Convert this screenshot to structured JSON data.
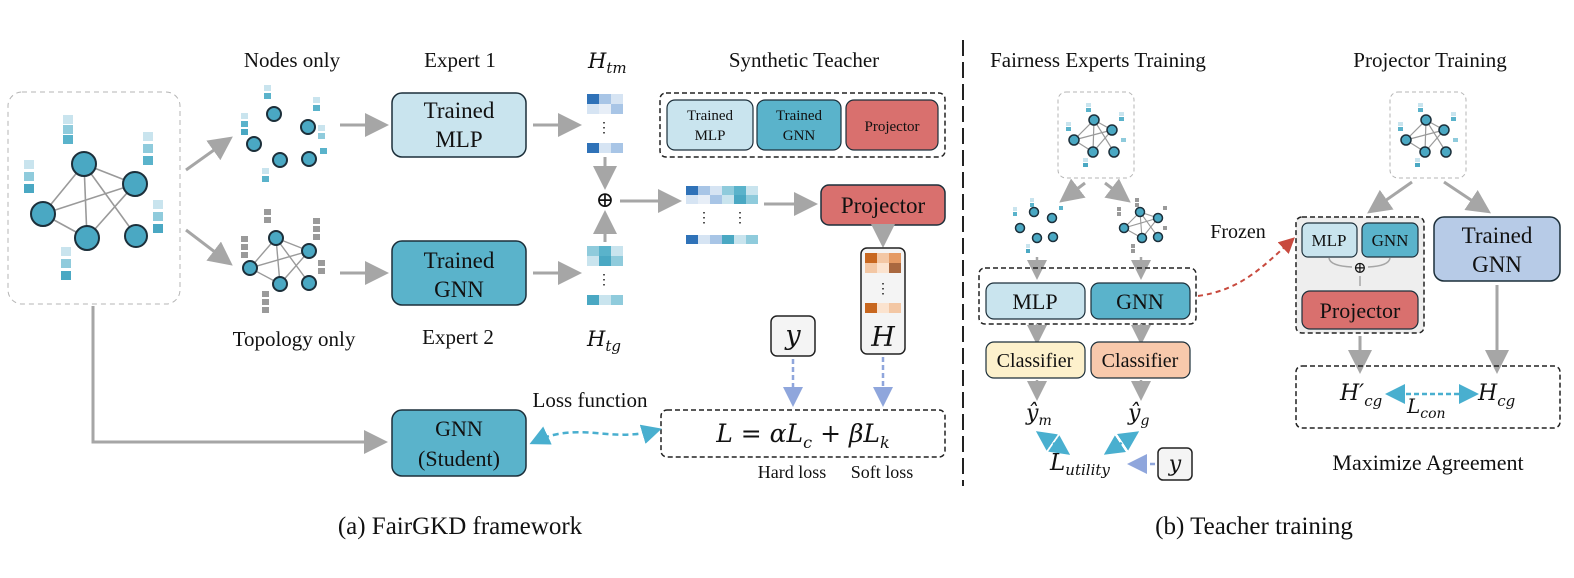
{
  "colors": {
    "mlp": "#c9e4ee",
    "gnn": "#5ab3cb",
    "projector": "#d9706e",
    "trained_gnn_b": "#b7cbe7",
    "classifier_m": "#fdf1cc",
    "classifier_g": "#f8c9ac",
    "node": "#4aa8c3",
    "arrow": "#a6a6a6",
    "dashed_blue": "#49afcf",
    "dashed_red": "#c84a3e"
  },
  "panel_a": {
    "nodes_only": "Nodes only",
    "topology_only": "Topology only",
    "expert1": "Expert 1",
    "expert2": "Expert 2",
    "trained_mlp": [
      "Trained",
      "MLP"
    ],
    "trained_gnn": [
      "Trained",
      "GNN"
    ],
    "h_tm": "H",
    "h_tm_sub": "tm",
    "h_tg": "H",
    "h_tg_sub": "tg",
    "oplus": "⊕",
    "synthetic_teacher": "Synthetic Teacher",
    "st_mlp": [
      "Trained",
      "MLP"
    ],
    "st_gnn": [
      "Trained",
      "GNN"
    ],
    "st_projector": "Projector",
    "projector": "Projector",
    "y": "y",
    "H": "H",
    "loss_function": "Loss function",
    "loss_eq": "L = αL",
    "loss_c": "c",
    "loss_plus": " + βL",
    "loss_k": "k",
    "hard_loss": "Hard loss",
    "soft_loss": "Soft loss",
    "student": [
      "GNN",
      "(Student)"
    ],
    "caption": "(a) FairGKD framework"
  },
  "panel_b": {
    "fairness_title": "Fairness Experts Training",
    "projector_title": "Projector Training",
    "mlp": "MLP",
    "gnn": "GNN",
    "classifier1": "Classifier",
    "classifier2": "Classifier",
    "y_m": "ŷ",
    "y_m_sub": "m",
    "y_g": "ŷ",
    "y_g_sub": "g",
    "l_utility": "L",
    "l_utility_sub": "utility",
    "y": "y",
    "frozen": "Frozen",
    "small_mlp": "MLP",
    "small_gnn": "GNN",
    "small_oplus": "⊕",
    "projector": "Projector",
    "trained_gnn": [
      "Trained",
      "GNN"
    ],
    "h_cg_prime": "H′",
    "h_cg_prime_sub": "cg",
    "l_con": "L",
    "l_con_sub": "con",
    "h_cg": "H",
    "h_cg_sub": "cg",
    "maximize": "Maximize Agreement",
    "caption": "(b) Teacher training"
  }
}
